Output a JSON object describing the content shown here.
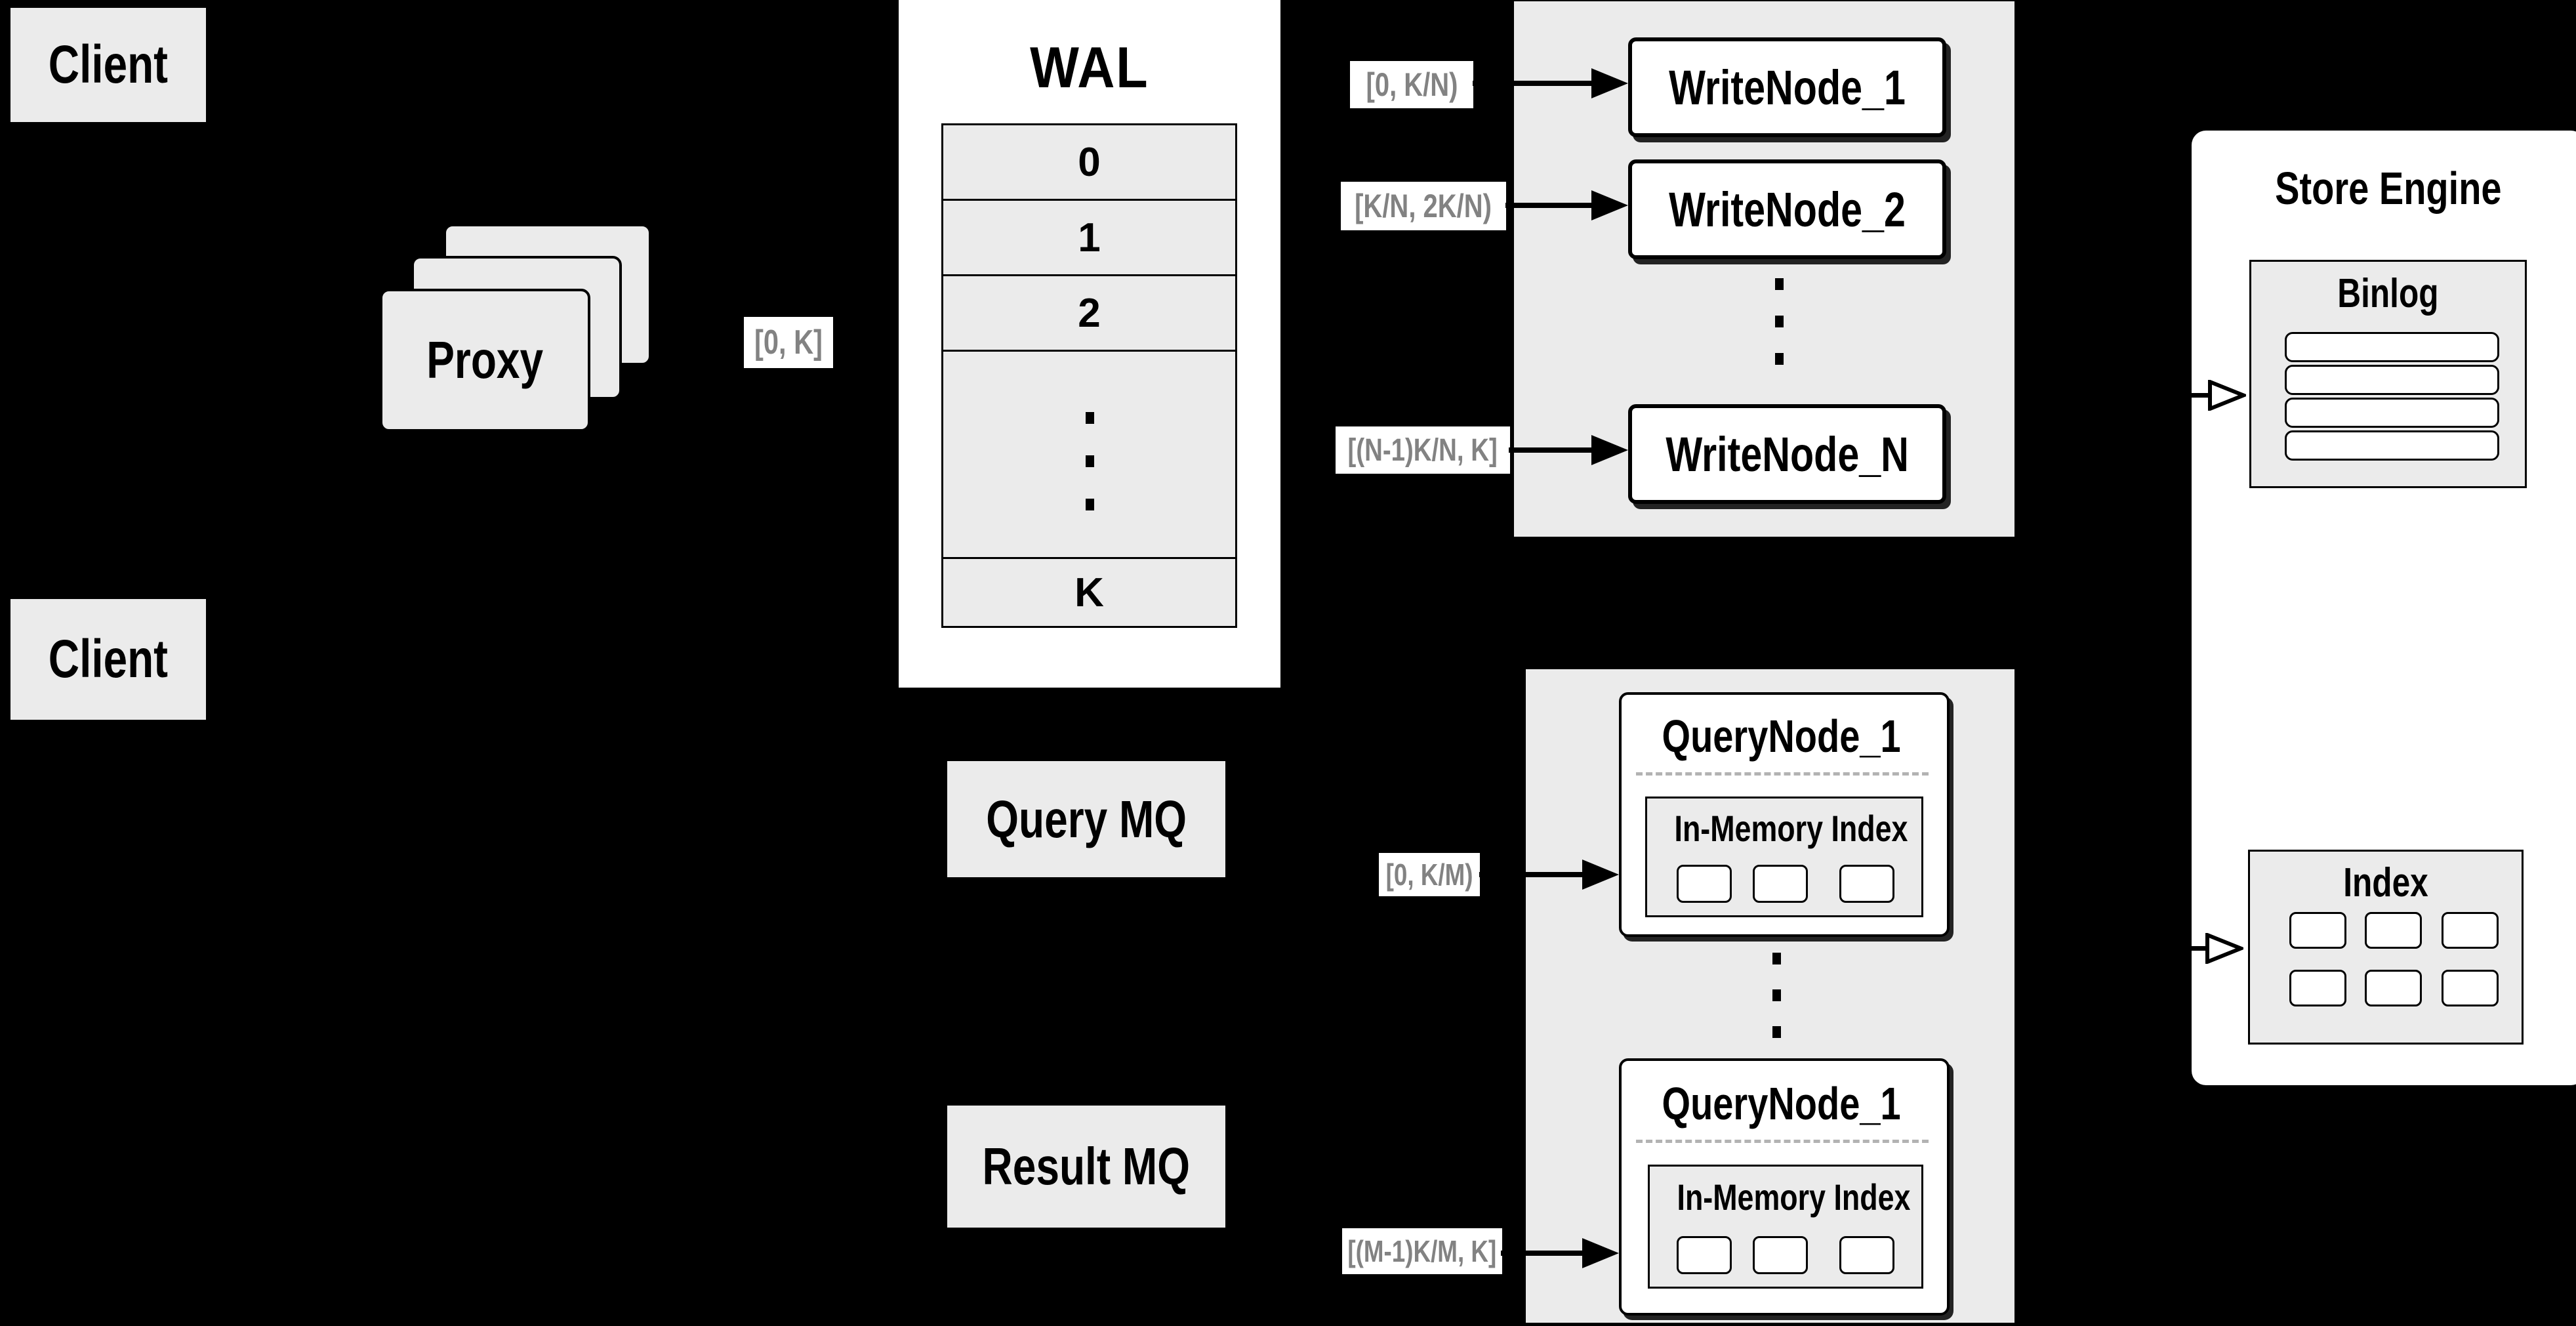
{
  "diagram": {
    "clients": {
      "top": "Client",
      "bottom": "Client"
    },
    "proxy": {
      "label": "Proxy"
    },
    "wal": {
      "title": "WAL",
      "rows": [
        "0",
        "1",
        "2"
      ],
      "last_row": "K"
    },
    "range_labels": {
      "proxy_out": "[0, K]",
      "write_1": "[0, K/N)",
      "write_2": "[K/N, 2K/N)",
      "write_n": "[(N-1)K/N, K]",
      "query_top": "[0, K/M)",
      "query_bottom": "[(M-1)K/M, K]"
    },
    "write_nodes": {
      "first": "WriteNode_1",
      "second": "WriteNode_2",
      "last": "WriteNode_N"
    },
    "query_nodes": {
      "top": {
        "title": "QueryNode_1",
        "inner_title": "In-Memory Index"
      },
      "bottom": {
        "title": "QueryNode_1",
        "inner_title": "In-Memory Index"
      }
    },
    "mq": {
      "query": "Query MQ",
      "result": "Result MQ"
    },
    "store_engine": {
      "title": "Store Engine",
      "binlog_title": "Binlog",
      "index_title": "Index"
    }
  },
  "colors": {
    "background": "#000000",
    "panel_white": "#ffffff",
    "box_gray": "#ebebeb",
    "line_black": "#000000",
    "range_label_text": "#828282",
    "dashed_divider": "#b3b3b3"
  }
}
